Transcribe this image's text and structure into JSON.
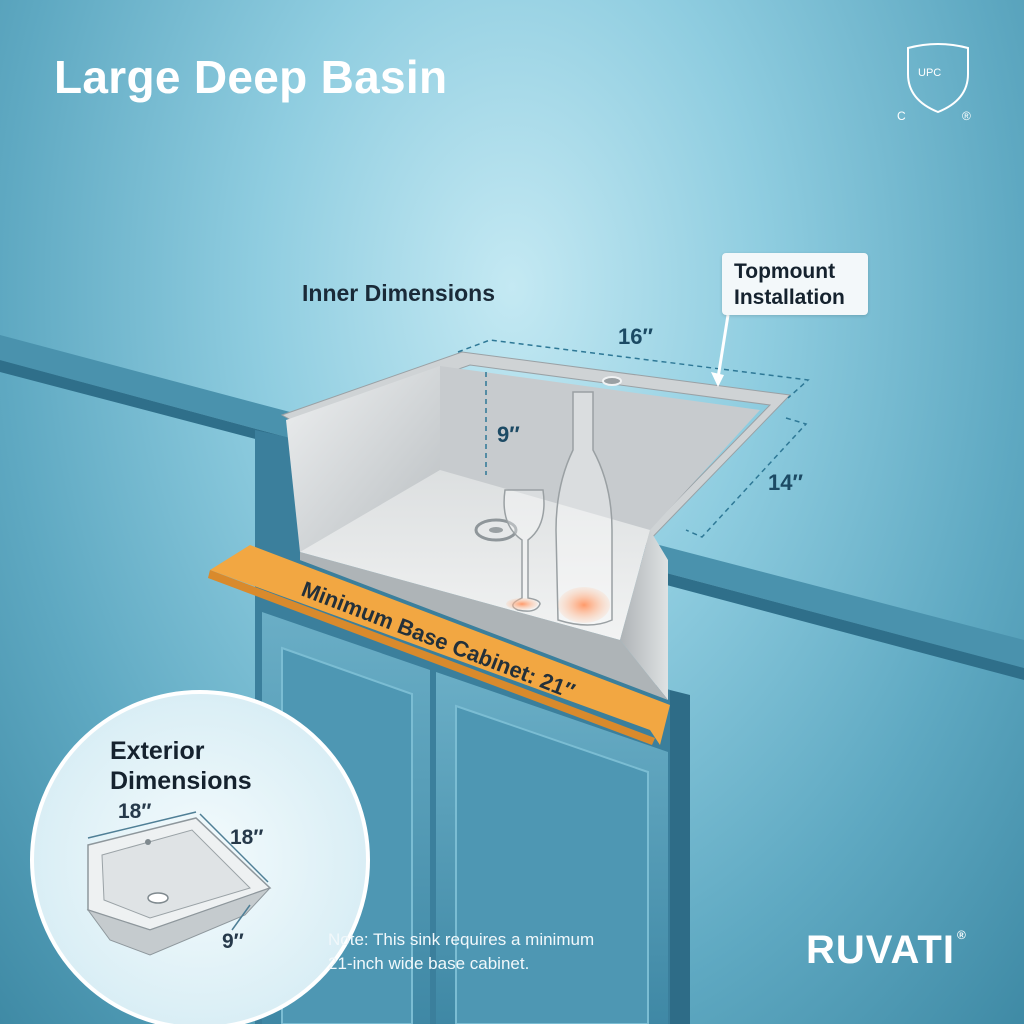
{
  "header": {
    "title": "Large Deep Basin"
  },
  "badge": {
    "icon": "upc-shield-icon",
    "inner": "UPC",
    "left": "C",
    "right": "®"
  },
  "inner": {
    "label": "Inner Dimensions",
    "width": "16″",
    "depth": "9″",
    "length": "14″"
  },
  "callout": {
    "line1": "Topmount",
    "line2": "Installation"
  },
  "cabinet": {
    "label": "Minimum Base Cabinet: 21″"
  },
  "exterior": {
    "title_line1": "Exterior",
    "title_line2": "Dimensions",
    "width": "18′′",
    "length": "18′′",
    "depth": "9′′"
  },
  "note": {
    "line1": "Note: This sink requires a minimum",
    "line2": "21-inch wide base cabinet."
  },
  "brand": {
    "name": "RUVATI",
    "mark": "®"
  },
  "colors": {
    "accent": "#f2a742",
    "wall": "#7cc3d8",
    "cabinet": "#4f93ae",
    "steel": "#d4d8da",
    "dimension": "#1c4a64"
  }
}
